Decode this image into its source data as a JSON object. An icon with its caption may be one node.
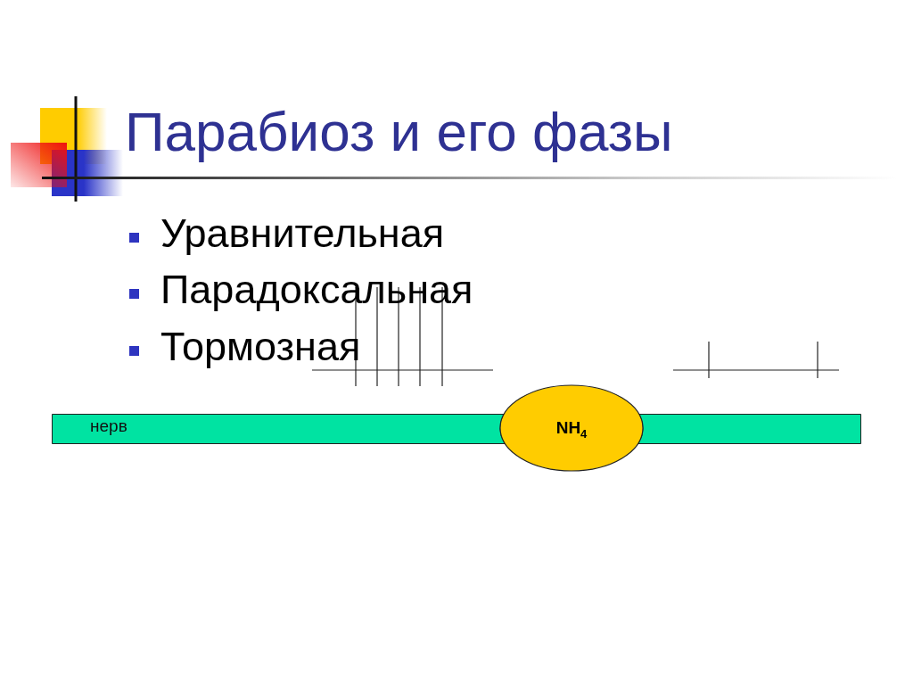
{
  "diagram": {
    "title": "Парабиоз и его фазы",
    "nodes": [
      {
        "text": [
          "нерв"
        ]
      },
      {
        "text": [
          "NH$_{4}$"
        ]
      },
      {
        "text": [],
        "shape": "bar"
      }
    ],
    "labels": [
      "Уравнительная",
      "Парадоксальная",
      "Тормозная"
    ]
  }
}
